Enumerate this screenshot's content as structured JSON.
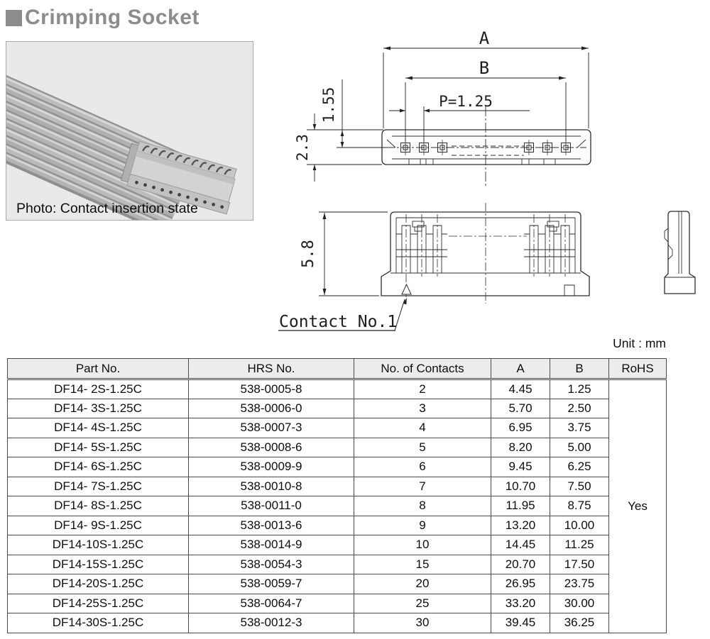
{
  "title": {
    "text": "Crimping Socket"
  },
  "photo": {
    "caption": "Photo: Contact insertion state"
  },
  "drawing": {
    "label_a": "A",
    "label_b": "B",
    "label_pitch": "P=1.25",
    "label_height_155": "1.55",
    "label_height_23": "2.3",
    "label_height_58": "5.8",
    "label_contact": "Contact No.1"
  },
  "unit_note": "Unit : mm",
  "colors": {
    "title_gray": "#8c8c8c",
    "header_bg": "#ececec",
    "line": "#2e2e2e"
  },
  "table": {
    "headers": {
      "part_no": "Part No.",
      "hrs_no": "HRS No.",
      "contacts": "No. of Contacts",
      "a": "A",
      "b": "B",
      "rohs": "RoHS"
    },
    "rohs": "Yes",
    "rows": [
      {
        "part_no": "DF14- 2S-1.25C",
        "hrs_no": "538-0005-8",
        "contacts": "2",
        "a": "4.45",
        "b": "1.25"
      },
      {
        "part_no": "DF14- 3S-1.25C",
        "hrs_no": "538-0006-0",
        "contacts": "3",
        "a": "5.70",
        "b": "2.50"
      },
      {
        "part_no": "DF14- 4S-1.25C",
        "hrs_no": "538-0007-3",
        "contacts": "4",
        "a": "6.95",
        "b": "3.75"
      },
      {
        "part_no": "DF14- 5S-1.25C",
        "hrs_no": "538-0008-6",
        "contacts": "5",
        "a": "8.20",
        "b": "5.00"
      },
      {
        "part_no": "DF14- 6S-1.25C",
        "hrs_no": "538-0009-9",
        "contacts": "6",
        "a": "9.45",
        "b": "6.25"
      },
      {
        "part_no": "DF14- 7S-1.25C",
        "hrs_no": "538-0010-8",
        "contacts": "7",
        "a": "10.70",
        "b": "7.50"
      },
      {
        "part_no": "DF14- 8S-1.25C",
        "hrs_no": "538-0011-0",
        "contacts": "8",
        "a": "11.95",
        "b": "8.75"
      },
      {
        "part_no": "DF14- 9S-1.25C",
        "hrs_no": "538-0013-6",
        "contacts": "9",
        "a": "13.20",
        "b": "10.00"
      },
      {
        "part_no": "DF14-10S-1.25C",
        "hrs_no": "538-0014-9",
        "contacts": "10",
        "a": "14.45",
        "b": "11.25"
      },
      {
        "part_no": "DF14-15S-1.25C",
        "hrs_no": "538-0054-3",
        "contacts": "15",
        "a": "20.70",
        "b": "17.50"
      },
      {
        "part_no": "DF14-20S-1.25C",
        "hrs_no": "538-0059-7",
        "contacts": "20",
        "a": "26.95",
        "b": "23.75"
      },
      {
        "part_no": "DF14-25S-1.25C",
        "hrs_no": "538-0064-7",
        "contacts": "25",
        "a": "33.20",
        "b": "30.00"
      },
      {
        "part_no": "DF14-30S-1.25C",
        "hrs_no": "538-0012-3",
        "contacts": "30",
        "a": "39.45",
        "b": "36.25"
      }
    ]
  }
}
